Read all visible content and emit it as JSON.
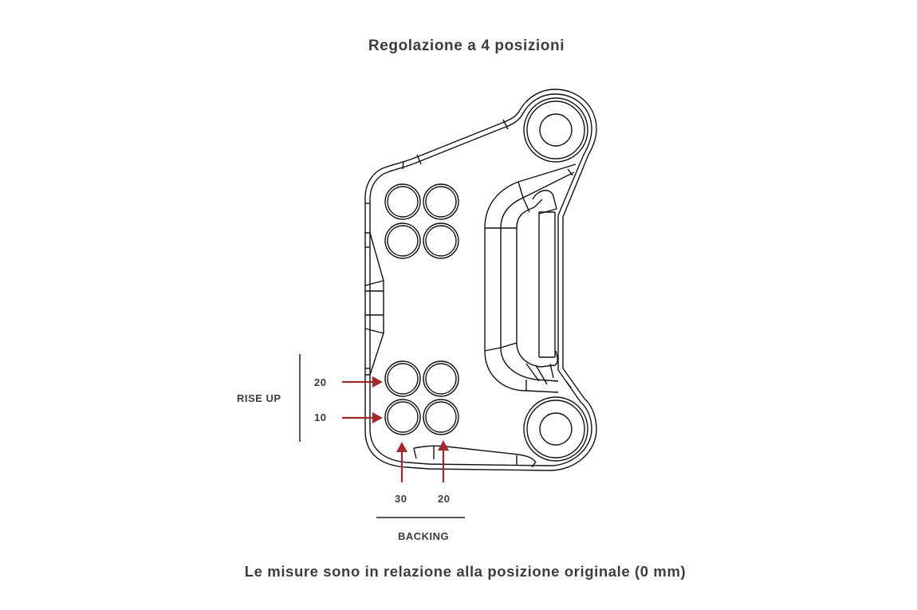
{
  "title": "Regolazione a 4 posizioni",
  "footer": "Le misure sono in relazione alla posizione originale (0 mm)",
  "rise_up": {
    "label": "RISE UP",
    "positions": [
      "20",
      "10"
    ]
  },
  "backing": {
    "label": "BACKING",
    "positions": [
      "30",
      "20"
    ]
  },
  "colors": {
    "arrow": "#a3282e",
    "line": "#111111",
    "text": "#3d3d3d",
    "bracket": "#555555"
  }
}
